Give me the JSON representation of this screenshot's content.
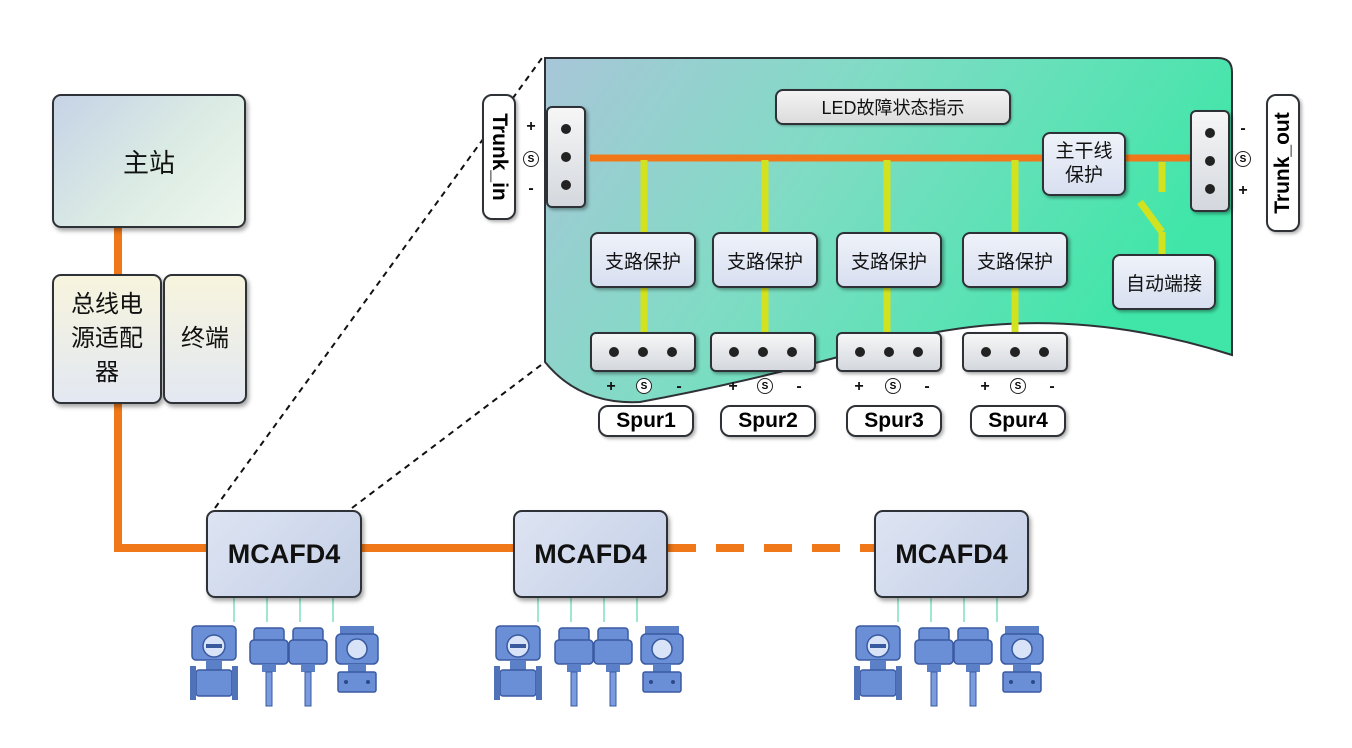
{
  "master": {
    "label": "主站"
  },
  "power_adapter": {
    "label": "总线电源适配器"
  },
  "terminator": {
    "label": "终端"
  },
  "module": {
    "label": "MCAFD4",
    "count_shown": 3
  },
  "detail": {
    "led_label": "LED故障状态指示",
    "trunk_protection": "主干线保护",
    "auto_termination": "自动端接",
    "spur_protection": "支路保护",
    "trunk_in": "Trunk_in",
    "trunk_out": "Trunk_out",
    "spurs": [
      "Spur1",
      "Spur2",
      "Spur3",
      "Spur4"
    ]
  },
  "terminal_symbols": {
    "plus": "+",
    "shield": "S",
    "minus": "-"
  },
  "colors": {
    "trunk": "#f07818",
    "spur": "#d2e21e",
    "panel": "#4fe4b2",
    "field_link": "#7fe0c0",
    "device": "#6a8fd8"
  },
  "field_devices": [
    {
      "type": "flowmeter-icon"
    },
    {
      "type": "level-probe-icon"
    },
    {
      "type": "level-probe-icon"
    },
    {
      "type": "pressure-transmitter-icon"
    }
  ]
}
